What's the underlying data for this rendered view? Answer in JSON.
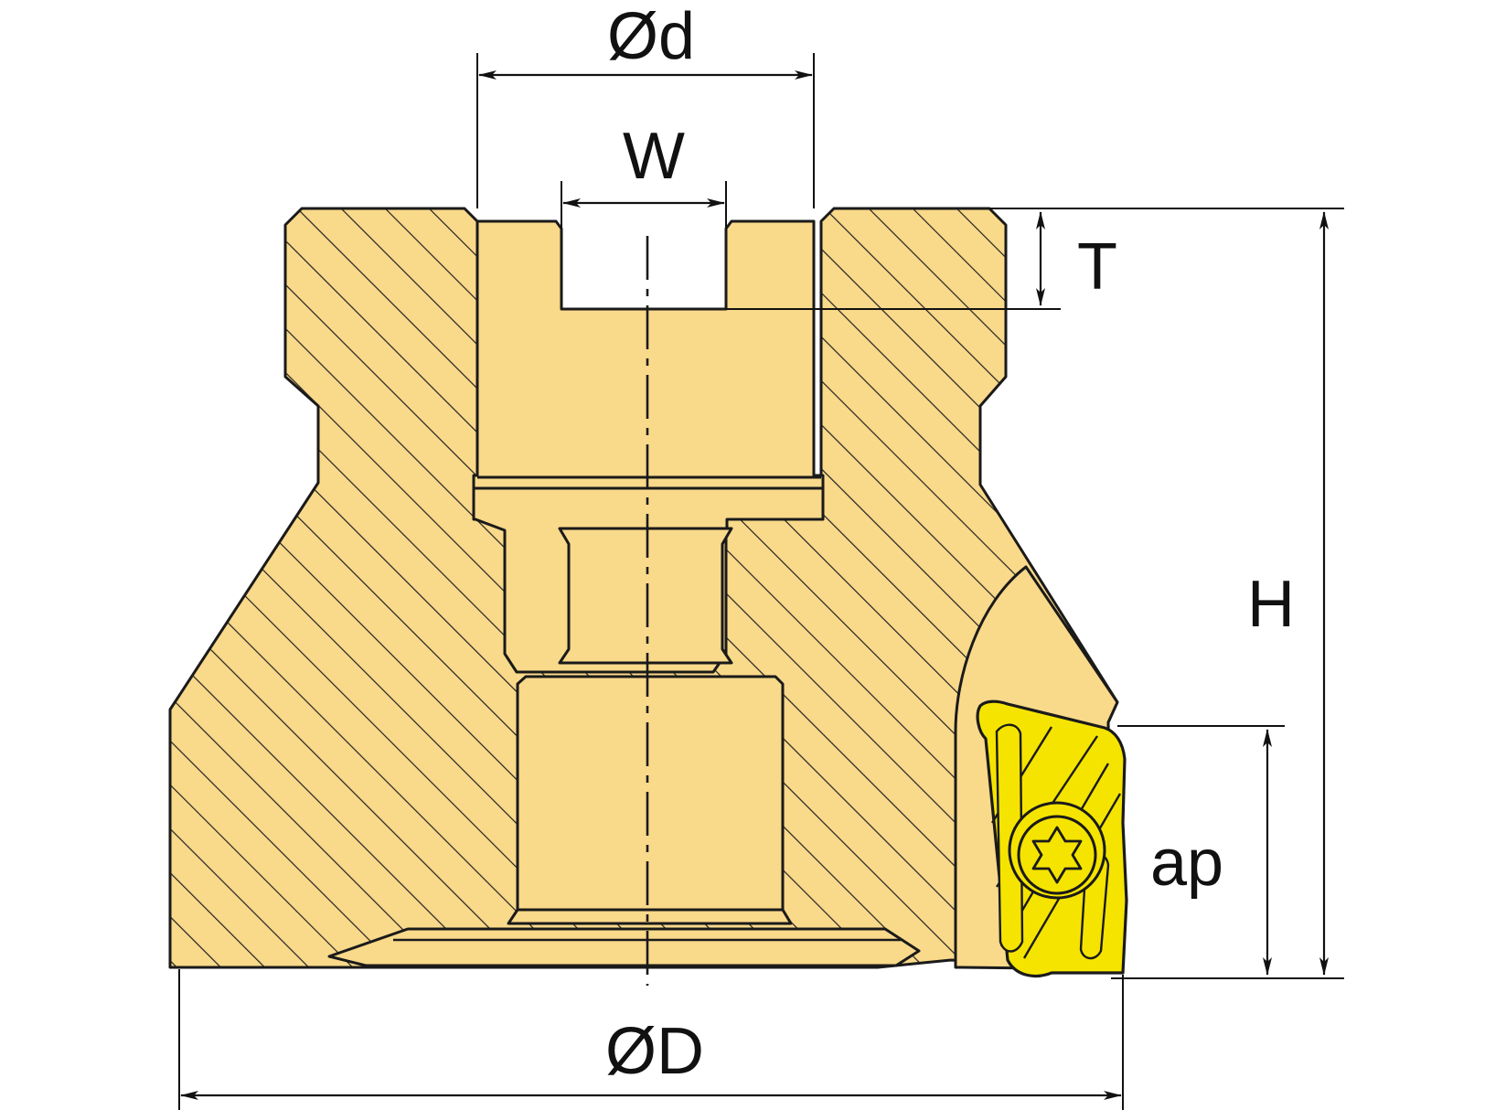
{
  "dimensions": {
    "bore_diameter": "Ød",
    "keyway_width": "W",
    "keyway_depth": "T",
    "overall_height": "H",
    "cutting_depth": "ap",
    "cutter_diameter": "ØD"
  },
  "colors": {
    "body_fill": "#F9D98A",
    "insert_fill": "#F5E400",
    "outline": "#1a1a1a",
    "hatch": "#222222",
    "background": "#ffffff"
  },
  "icons": {
    "screw_head": "torx-star-icon"
  }
}
